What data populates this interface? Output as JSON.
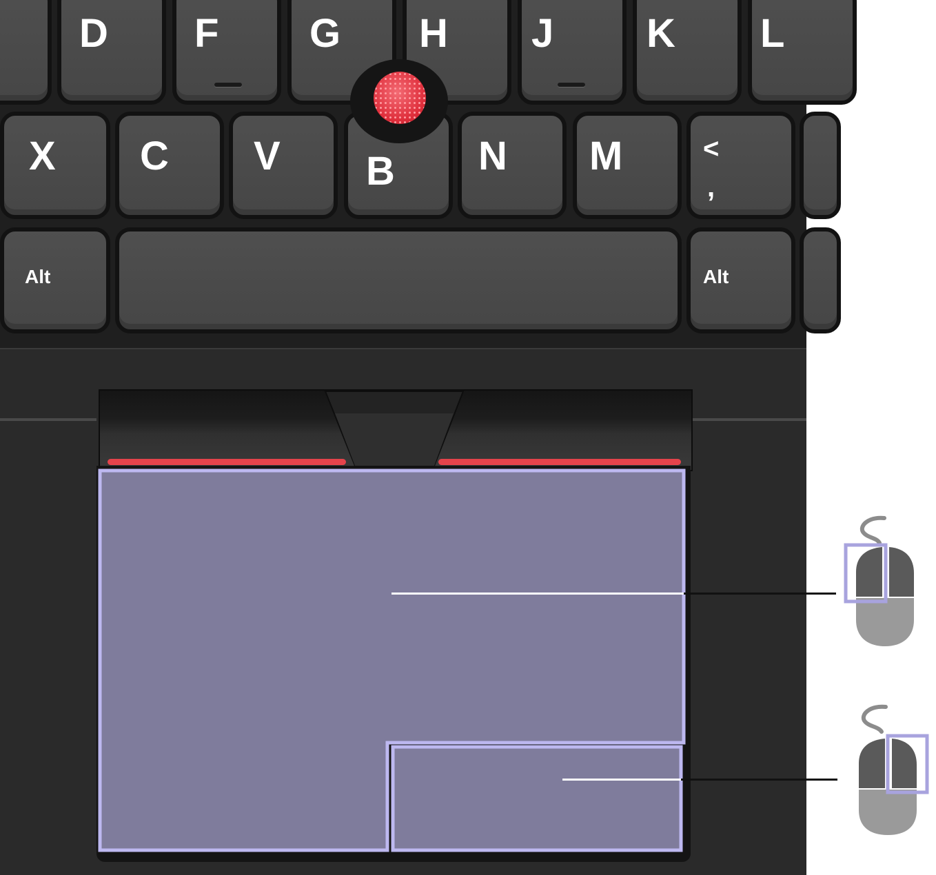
{
  "keys": {
    "row1": [
      "D",
      "F",
      "G",
      "H",
      "J",
      "K",
      "L"
    ],
    "row2": [
      "X",
      "C",
      "V",
      "B",
      "N",
      "M"
    ],
    "comma_key": {
      "top": "<",
      "bottom": ","
    },
    "alt_left": "Alt",
    "alt_right": "Alt"
  },
  "colors": {
    "trackpoint": "#e0303d",
    "click_strip": "#e5434b",
    "zone_fill": "#7f7c9c",
    "zone_outline": "#bdb8f0",
    "mouse_body": "#9a9a9a",
    "mouse_button_dark": "#5a5a5a"
  },
  "callouts": [
    {
      "zone": "main-touchpad-area",
      "icon": "mouse-left-button-icon"
    },
    {
      "zone": "lower-right-touchpad-area",
      "icon": "mouse-right-button-icon"
    }
  ]
}
